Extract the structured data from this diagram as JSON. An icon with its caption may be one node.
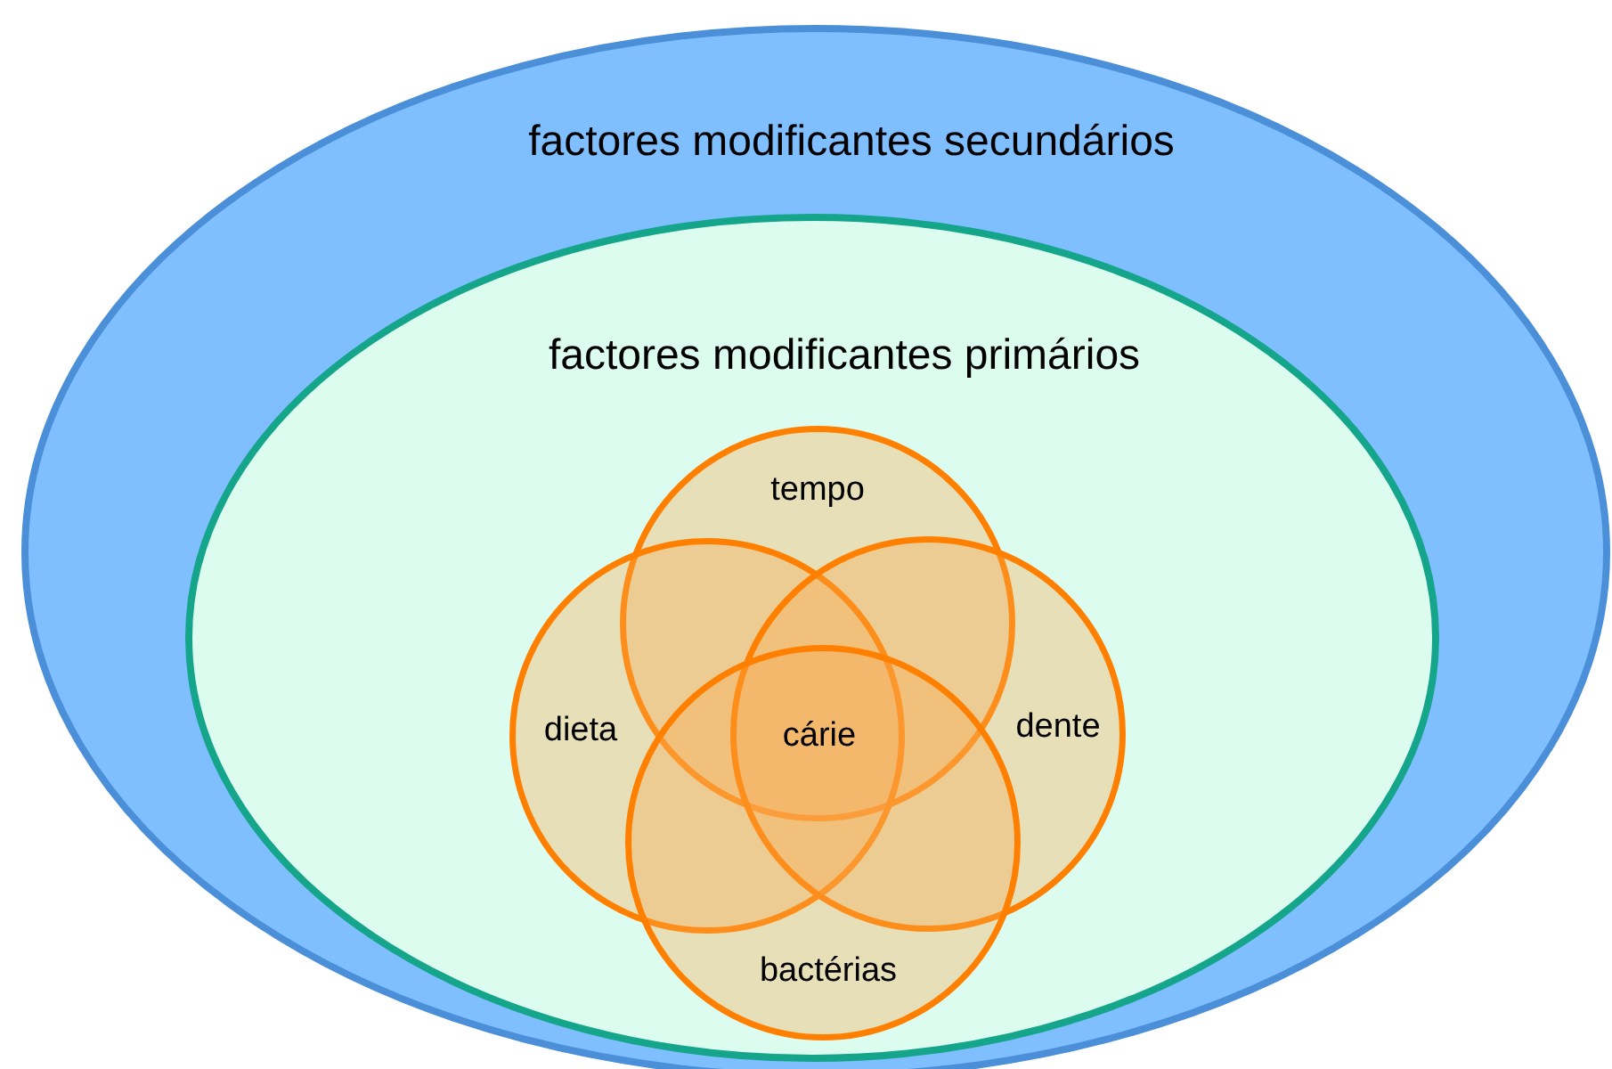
{
  "diagram": {
    "nodes": [
      {
        "text": [
          "factores modificantes secundários"
        ]
      },
      {
        "text": [
          "factores modificantes primários"
        ],
        "in": 0
      },
      {
        "text": [
          "tempo"
        ],
        "in": 1
      },
      {
        "text": [
          "dieta"
        ],
        "in": 1
      },
      {
        "text": [
          "dente"
        ],
        "in": 1
      },
      {
        "text": [
          "bactérias"
        ],
        "in": 1
      }
    ],
    "labels": [
      "cárie"
    ]
  }
}
